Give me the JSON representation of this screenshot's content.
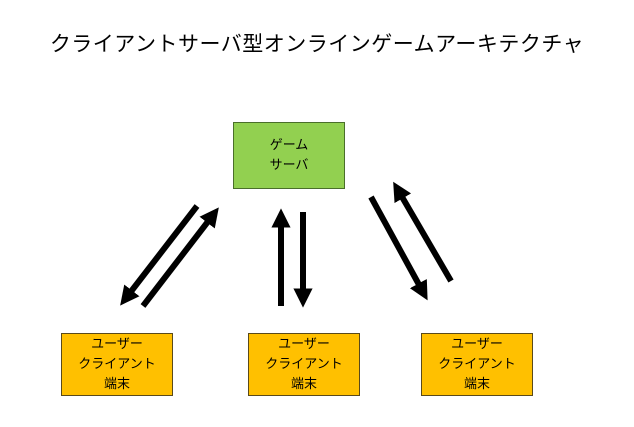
{
  "title": "クライアントサーバ型オンラインゲームアーキテクチャ",
  "server": {
    "line1": "ゲーム",
    "line2": "サーバ",
    "color": "#92d050"
  },
  "clients": [
    {
      "line1": "ユーザー",
      "line2": "クライアント",
      "line3": "端末",
      "color": "#ffc000"
    },
    {
      "line1": "ユーザー",
      "line2": "クライアント",
      "line3": "端末",
      "color": "#ffc000"
    },
    {
      "line1": "ユーザー",
      "line2": "クライアント",
      "line3": "端末",
      "color": "#ffc000"
    }
  ],
  "arrow_color": "#000000"
}
